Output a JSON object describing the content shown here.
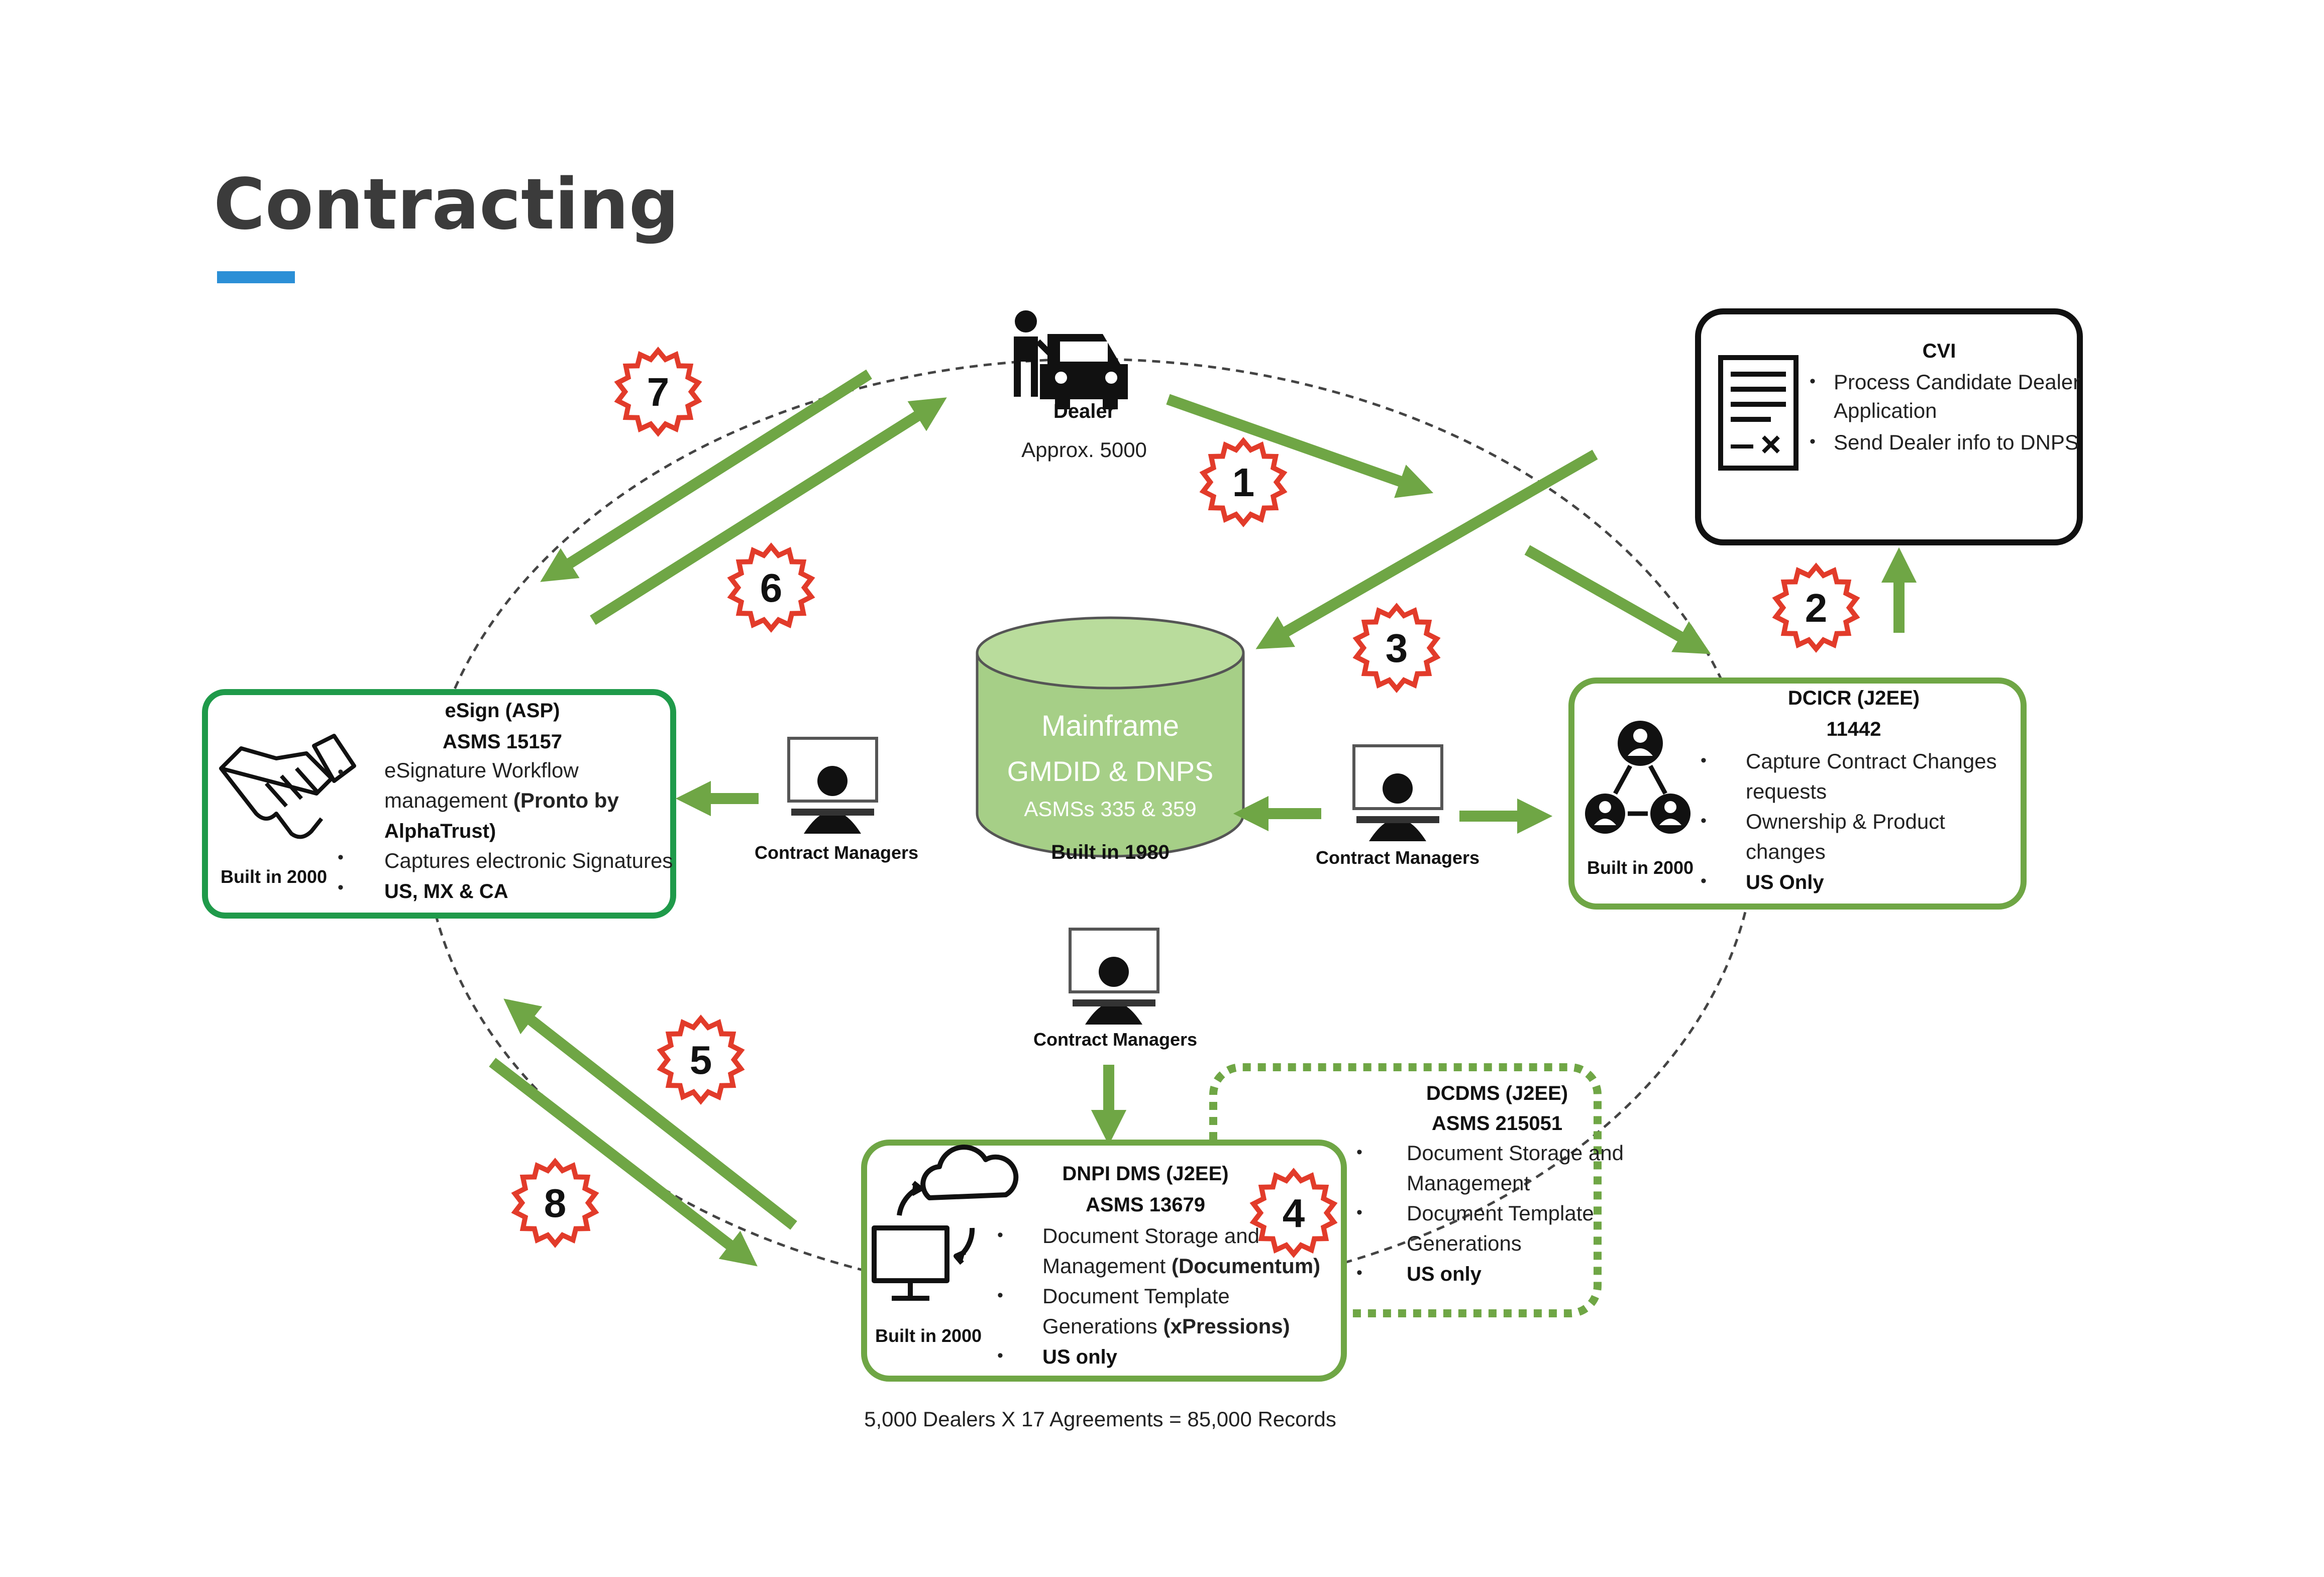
{
  "title": "Contracting",
  "dealer": {
    "label": "Dealer",
    "count": "Approx. 5000"
  },
  "cvi": {
    "title": "CVI",
    "bullets": [
      "Process Candidate Dealer",
      "Application",
      "Send Dealer info to DNPS"
    ]
  },
  "mainframe": {
    "line1": "Mainframe",
    "line2": "GMDID & DNPS",
    "line3": "ASMSs 335 & 359",
    "built": "Built in 1980"
  },
  "esign": {
    "title1": "eSign (ASP)",
    "title2": "ASMS 15157",
    "b1a": "eSignature Workflow",
    "b1b": "management ",
    "b1bold": "(Pronto by",
    "b1c": "AlphaTrust)",
    "b2": "Captures electronic Signatures",
    "b3": "US, MX & CA",
    "built": "Built in 2000"
  },
  "dcicr": {
    "title1": "DCICR (J2EE)",
    "title2": "11442",
    "b1a": "Capture Contract Changes",
    "b1b": "requests",
    "b2a": "Ownership & Product",
    "b2b": "changes",
    "b3": "US Only",
    "built": "Built in 2000"
  },
  "dnpi": {
    "title1": "DNPI DMS (J2EE)",
    "title2": "ASMS 13679",
    "b1a": "Document Storage and",
    "b1b": "Management ",
    "b1bold": "(Documentum)",
    "b2a": "Document Template",
    "b2b": "Generations ",
    "b2bold": "(xPressions)",
    "b3": "US only",
    "built": "Built in 2000"
  },
  "dcdms": {
    "title1": "DCDMS (J2EE)",
    "title2": "ASMS 215051",
    "b1a": "Document Storage and",
    "b1b": "Management",
    "b2a": "Document Template",
    "b2b": "Generations",
    "b3": "US only"
  },
  "contract_managers": "Contract Managers",
  "footer": "5,000 Dealers X 17 Agreements = 85,000 Records",
  "steps": [
    "1",
    "2",
    "3",
    "4",
    "5",
    "6",
    "7",
    "8"
  ],
  "bullet_char": "•",
  "colors": {
    "accent_green": "#6fa645",
    "esign_green": "#1f9a4a",
    "cylinder_fill": "#a6cf87",
    "badge_red": "#e23b2a",
    "title_underline": "#2b8fd6"
  }
}
